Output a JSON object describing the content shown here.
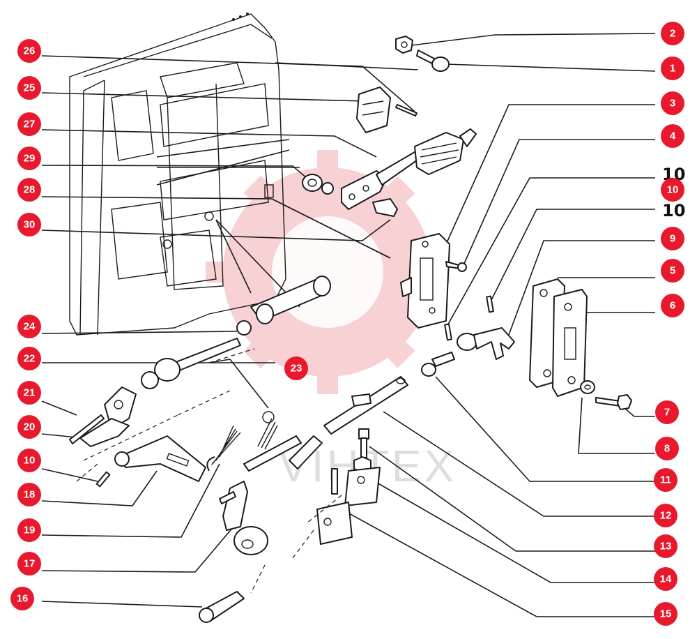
{
  "diagram": {
    "watermark_text": "VIHTEX",
    "colors": {
      "callout": "#e8192c",
      "callout_text": "#ffffff",
      "watermark": "#f6c9cc",
      "line": "#1a1a1a"
    },
    "callouts_left": [
      "26",
      "25",
      "27",
      "29",
      "28",
      "30",
      "24",
      "22",
      "21",
      "20",
      "10",
      "18",
      "19",
      "17",
      "16"
    ],
    "callouts_right": [
      "2",
      "1",
      "3",
      "4",
      "10",
      "9",
      "5",
      "6",
      "7",
      "8",
      "11",
      "12",
      "13",
      "14",
      "15"
    ],
    "callout_center": [
      "23"
    ],
    "side_labels": [
      "10",
      "10"
    ]
  }
}
